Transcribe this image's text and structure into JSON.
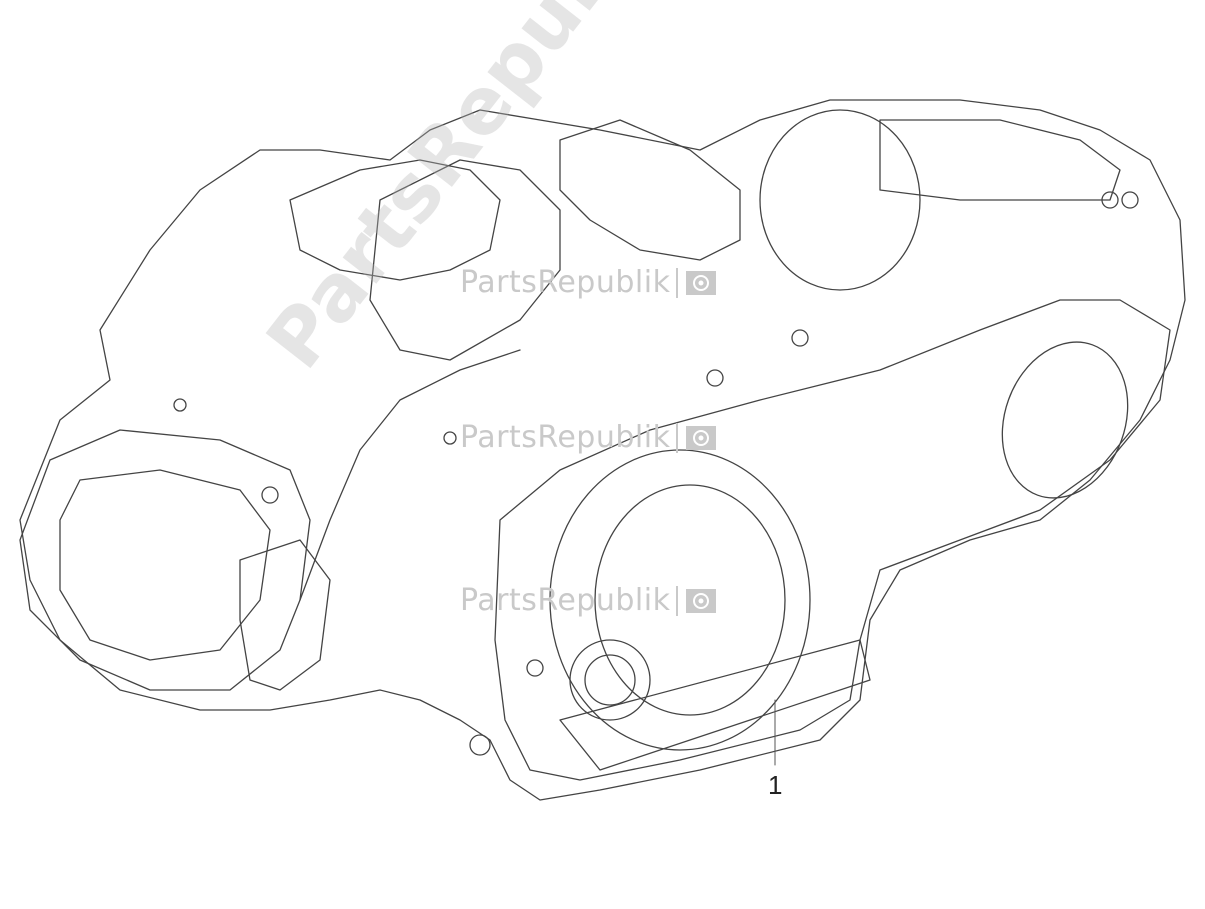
{
  "diagram": {
    "callouts": [
      {
        "id": "1",
        "label": "1"
      }
    ]
  },
  "watermark": {
    "text": "PartsRepublik",
    "icon": "gear-icon",
    "color": "#c9c9c9"
  },
  "colors": {
    "line": "#444444",
    "background": "#ffffff"
  }
}
